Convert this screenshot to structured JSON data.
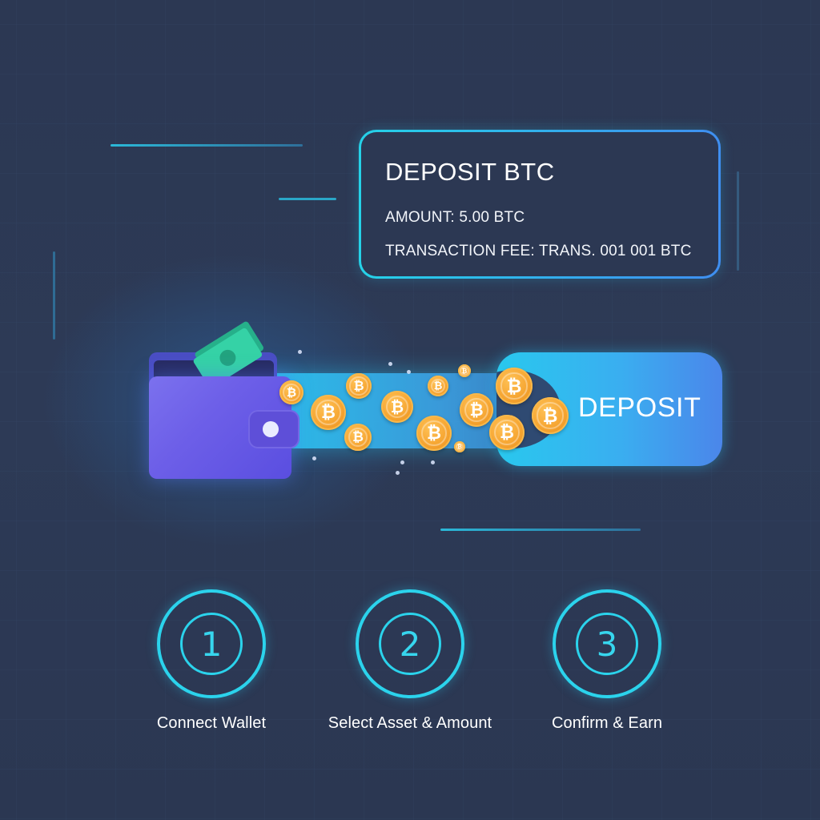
{
  "card": {
    "title": "DEPOSIT BTC",
    "amount_line": "AMOUNT: 5.00 BTC",
    "fee_line": "TRANSACTION FEE: TRANS. 001 001 BTC"
  },
  "deposit_button": {
    "label": "DEPOSIT"
  },
  "coin_symbol": "₿",
  "steps": [
    {
      "number": "1",
      "label": "Connect Wallet"
    },
    {
      "number": "2",
      "label": "Select Asset & Amount"
    },
    {
      "number": "3",
      "label": "Confirm & Earn"
    }
  ],
  "colors": {
    "background": "#2b3853",
    "accent_cyan": "#2bd3ec",
    "accent_blue": "#3f8ef0",
    "wallet_purple": "#6d5fe8",
    "coin_orange": "#f6a531",
    "cash_green": "#2fd0a0"
  },
  "icons": [
    "wallet-icon",
    "cash-icon",
    "bitcoin-coin-icon"
  ]
}
